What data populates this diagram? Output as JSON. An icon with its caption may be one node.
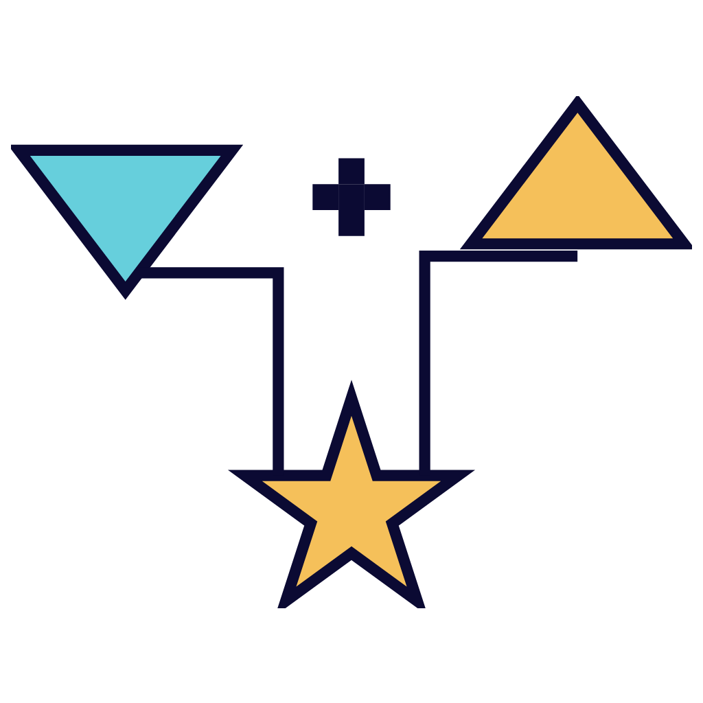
{
  "diagram": {
    "nodes": [
      {
        "text": [],
        "shape": "triangle"
      },
      {
        "text": [],
        "shape": "plus"
      },
      {
        "text": [],
        "shape": "triangle"
      },
      {
        "text": [],
        "shape": "star"
      }
    ],
    "edges": [
      {
        "from": 0,
        "to": 3,
        "arrow": "none"
      },
      {
        "from": 2,
        "to": 3,
        "arrow": "none"
      }
    ]
  }
}
